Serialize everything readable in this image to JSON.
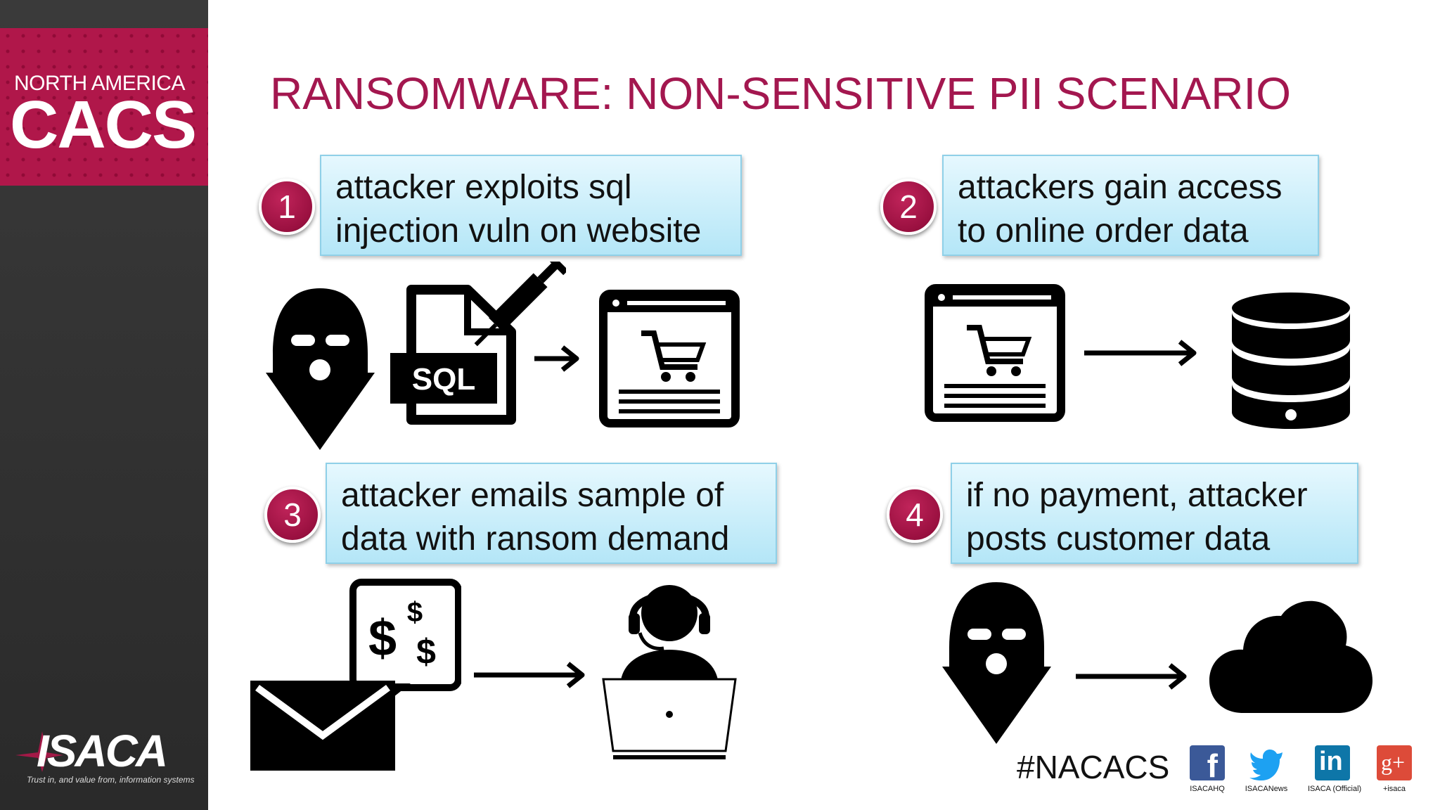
{
  "slide": {
    "title": "RANSOMWARE: NON-SENSITIVE PII SCENARIO",
    "title_color": "#a3174f"
  },
  "brand": {
    "line1": "NORTH AMERICA",
    "line2": "CACS",
    "color": "#b0174a"
  },
  "footer_logo": {
    "name": "ISACA",
    "tagline": "Trust in, and value from, information systems"
  },
  "steps": [
    {
      "number": "1",
      "lines": [
        "attacker exploits sql",
        "injection vuln on website"
      ],
      "icons": [
        "hacker-mask-icon",
        "sql-injection-icon",
        "arrow-right-icon",
        "shopping-website-icon"
      ]
    },
    {
      "number": "2",
      "lines": [
        "attackers gain access",
        "to online order data"
      ],
      "icons": [
        "shopping-website-icon",
        "arrow-right-icon",
        "database-icon"
      ]
    },
    {
      "number": "3",
      "lines": [
        "attacker emails sample of",
        "data with ransom demand"
      ],
      "icons": [
        "envelope-ransom-icon",
        "arrow-right-icon",
        "support-agent-laptop-icon"
      ]
    },
    {
      "number": "4",
      "lines": [
        "if no payment, attacker",
        "posts customer data"
      ],
      "icons": [
        "hacker-mask-icon",
        "arrow-right-icon",
        "cloud-icon"
      ]
    }
  ],
  "sql_label": "SQL",
  "money_label": "$",
  "hashtag": "#NACACS",
  "social": [
    {
      "icon": "facebook-icon",
      "glyph": "f",
      "caption": "ISACAHQ",
      "color": "#3b5998"
    },
    {
      "icon": "twitter-icon",
      "glyph": "",
      "caption": "ISACANews",
      "color": "#1da1f2"
    },
    {
      "icon": "linkedin-icon",
      "glyph": "in",
      "caption": "ISACA (Official)",
      "color": "#0e76a8"
    },
    {
      "icon": "googleplus-icon",
      "glyph": "g+",
      "caption": "+isaca",
      "color": "#dd4b39"
    }
  ]
}
